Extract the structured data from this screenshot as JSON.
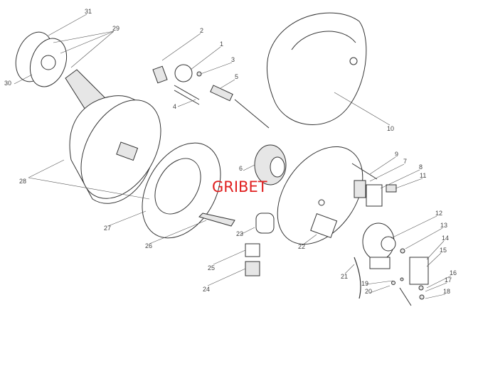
{
  "diagram": {
    "type": "exploded-parts-diagram",
    "watermark": "GRIBET",
    "watermark_color": "#e02020",
    "labels": {
      "p1": "1",
      "p2": "2",
      "p3": "3",
      "p4": "4",
      "p5": "5",
      "p6": "6",
      "p7": "7",
      "p8": "8",
      "p9": "9",
      "p10": "10",
      "p11": "11",
      "p12": "12",
      "p13": "13",
      "p14": "14",
      "p15": "15",
      "p16": "16",
      "p17": "17",
      "p18": "18",
      "p19": "19",
      "p20": "20",
      "p21": "21",
      "p22": "22",
      "p23": "23",
      "p24": "24",
      "p25": "25",
      "p26": "26",
      "p27": "27",
      "p28": "28",
      "p29": "29",
      "p30": "30",
      "p31": "31"
    }
  }
}
